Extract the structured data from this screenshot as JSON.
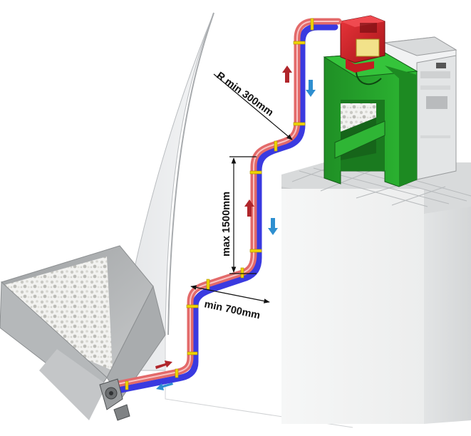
{
  "annotations": {
    "radius_label": "R min 300mm",
    "height_label": "max 1500mm",
    "width_label": "min 700mm"
  },
  "colors": {
    "return_tube": "#3a3ae0",
    "supply_tube": "#e36a6a",
    "up_arrow": "#b0262b",
    "down_arrow": "#2e8fd0",
    "clamp": "#f0d400",
    "cyclone_housing": "#d21f26",
    "storage_frame": "#23a02a",
    "boiler": "#eef0f2"
  },
  "icons": {
    "up_arrow": "flow-arrow-up",
    "down_arrow": "flow-arrow-down",
    "motor": "auger-motor-icon",
    "cyclone": "vacuum-cyclone-icon"
  }
}
